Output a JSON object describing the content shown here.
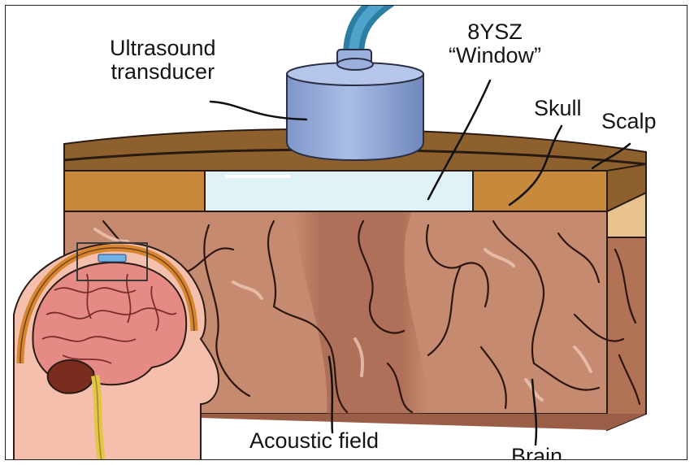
{
  "labels": {
    "ultrasound_transducer": "Ultrasound\ntransducer",
    "ysz_window": "8YSZ\n“Window”",
    "skull": "Skull",
    "scalp": "Scalp",
    "acoustic_field": "Acoustic field",
    "brain": "Brain"
  },
  "colors": {
    "scalp": "#8b5e2b",
    "skull": "#c9893a",
    "window": "#dff2f6",
    "brain": "#c98a6d",
    "transducer": "#8fa9d6",
    "cable": "#3a8fb7"
  }
}
